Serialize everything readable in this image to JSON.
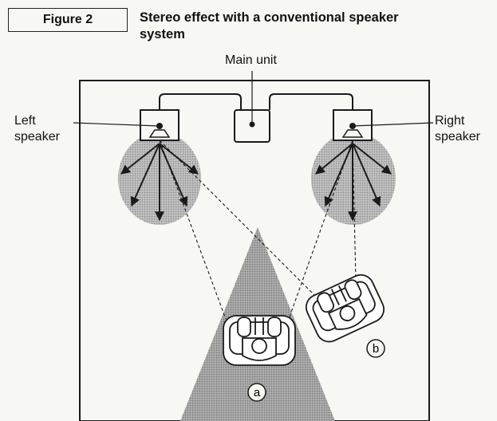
{
  "figure": {
    "label": "Figure 2",
    "title": "Stereo effect with a conventional speaker\nsystem"
  },
  "labels": {
    "main_unit": "Main unit",
    "left_speaker": "Left\nspeaker",
    "right_speaker": "Right\nspeaker",
    "position_a": "a",
    "position_b": "b"
  },
  "colors": {
    "line": "#1a1a1a",
    "sound_zone": "#b0b0b0",
    "sweet_spot": "#9c9c9c",
    "background": "#f7f7f4"
  }
}
